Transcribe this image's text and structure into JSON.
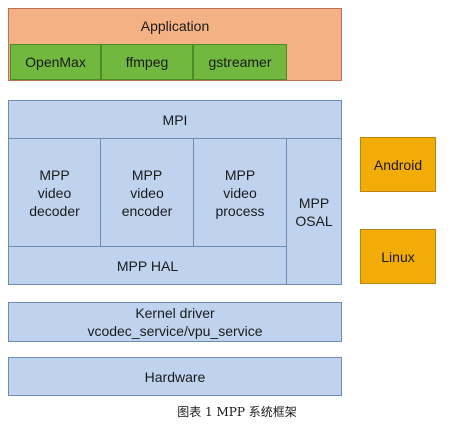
{
  "diagram": {
    "app_layer": {
      "title": "Application",
      "frameworks": [
        "OpenMax",
        "ffmpeg",
        "gstreamer"
      ]
    },
    "mpp_layer": {
      "mpi": "MPI",
      "modules": [
        [
          "MPP",
          "video",
          "decoder"
        ],
        [
          "MPP",
          "video",
          "encoder"
        ],
        [
          "MPP",
          "video",
          "process"
        ]
      ],
      "osal": [
        "MPP",
        "OSAL"
      ],
      "hal": "MPP HAL"
    },
    "platforms": [
      "Android",
      "Linux"
    ],
    "kernel": {
      "line1": "Kernel driver",
      "line2": "vcodec_service/vpu_service"
    },
    "hardware": "Hardware"
  },
  "caption": "图表 1 MPP 系统框架",
  "colors": {
    "application": "#f4b183",
    "framework": "#70b83e",
    "mpp": "#bfd3ee",
    "platform": "#f2ac07"
  }
}
